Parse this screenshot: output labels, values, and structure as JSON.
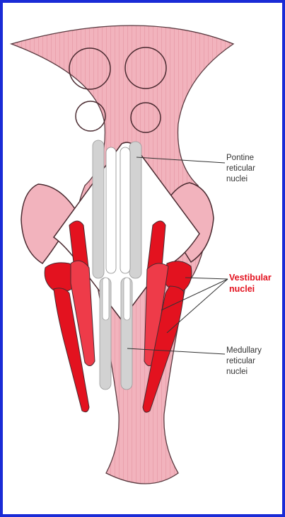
{
  "labels": {
    "pontine": [
      "Pontine",
      "reticular",
      "nuclei"
    ],
    "vestibular": [
      "Vestibular",
      "nuclei"
    ],
    "medullary": [
      "Medullary",
      "reticular",
      "nuclei"
    ]
  },
  "colors": {
    "border": "#1a2bd6",
    "brainstem": "#f2b3bd",
    "brainstem_stripe": "#eaa1ad",
    "outline": "#4a2a30",
    "ventricle": "#ffffff",
    "reticular": "#d2d2d2",
    "vestibular_red": "#e3121f",
    "vestibular_dark": "#c50d1a",
    "vestibular_light": "#ee3b49",
    "label_text": "#333333",
    "vestibular_label": "#e3121f"
  }
}
